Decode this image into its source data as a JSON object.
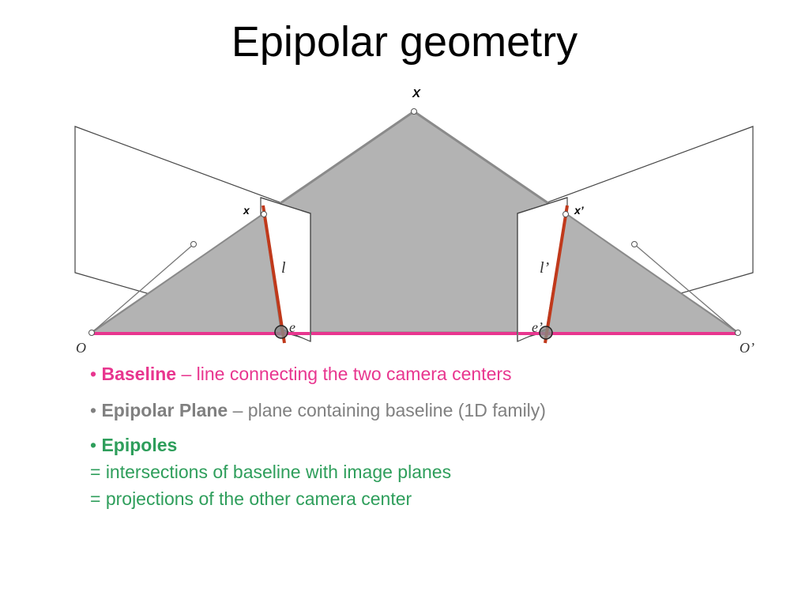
{
  "title": "Epipolar geometry",
  "diagram": {
    "labels": {
      "X": "X",
      "x": "x",
      "x_prime": "x’",
      "l": "l",
      "l_prime": "l’",
      "e": "e",
      "e_prime": "e’",
      "O": "O",
      "O_prime": "O’"
    },
    "colors": {
      "baseline": "#e8368f",
      "epipolar_plane": "#b3b3b3",
      "epipolar_line": "#c0391b",
      "image_plane": "#ffffff"
    }
  },
  "bullets": {
    "baseline": {
      "marker": "•",
      "term": "Baseline",
      "text": " – line connecting the two camera centers"
    },
    "plane": {
      "marker": "•",
      "term": "Epipolar Plane",
      "text": " – plane containing baseline (1D family)"
    },
    "epipoles": {
      "marker": "•",
      "term": "Epipoles",
      "line1": "= intersections of baseline with image planes",
      "line2": "= projections of the other camera center"
    }
  }
}
